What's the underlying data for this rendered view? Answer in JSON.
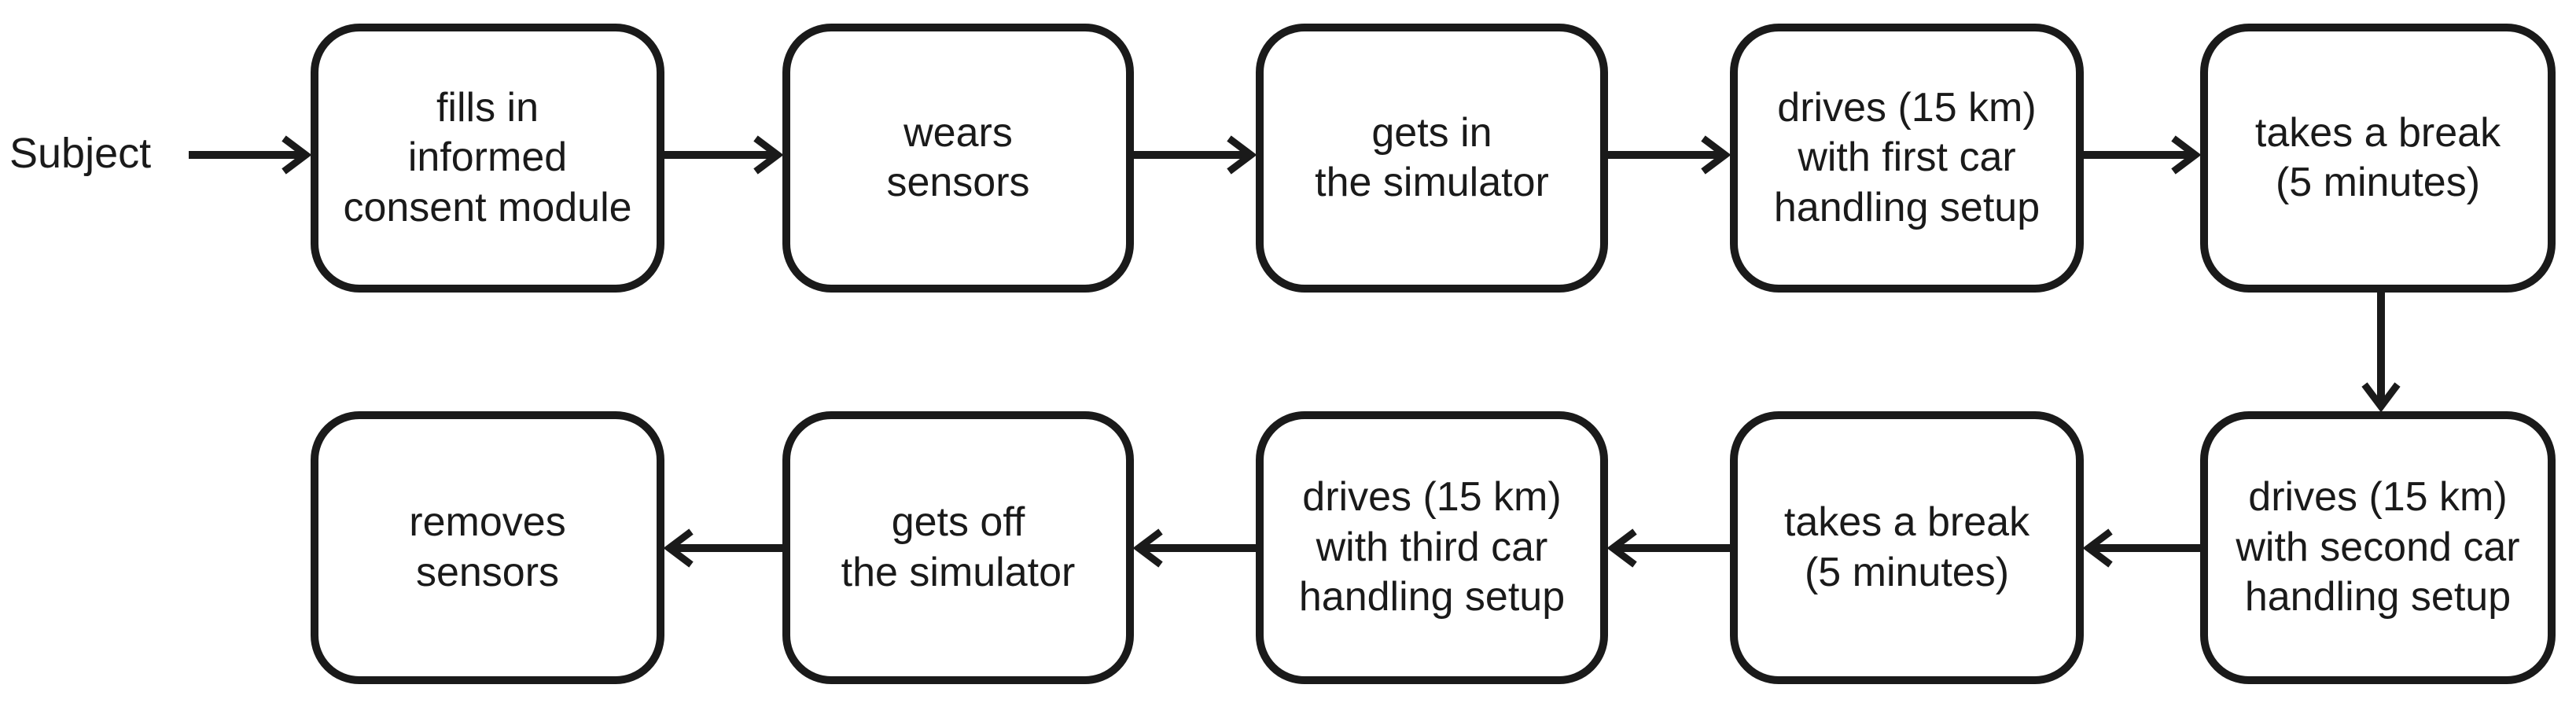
{
  "diagram": {
    "type": "flowchart",
    "background_color": "#ffffff",
    "stroke_color": "#1a1a1a",
    "start_label": "Subject",
    "nodes": [
      {
        "id": "fills-in-informed-consent-module",
        "label": "fills in\ninformed\nconsent module"
      },
      {
        "id": "wears-sensors",
        "label": "wears\nsensors"
      },
      {
        "id": "gets-in-the-simulator",
        "label": "gets in\nthe simulator"
      },
      {
        "id": "drives-first-car-handling-setup",
        "label": "drives (15 km)\nwith first car\nhandling setup"
      },
      {
        "id": "takes-a-break-1",
        "label": "takes a break\n(5 minutes)"
      },
      {
        "id": "drives-second-car-handling-setup",
        "label": "drives (15 km)\nwith second car\nhandling setup"
      },
      {
        "id": "takes-a-break-2",
        "label": "takes a break\n(5 minutes)"
      },
      {
        "id": "drives-third-car-handling-setup",
        "label": "drives (15 km)\nwith third car\nhandling setup"
      },
      {
        "id": "gets-off-the-simulator",
        "label": "gets off\nthe simulator"
      },
      {
        "id": "removes-sensors",
        "label": "removes\nsensors"
      }
    ],
    "edges": [
      {
        "from": "subject",
        "to": "fills-in-informed-consent-module"
      },
      {
        "from": "fills-in-informed-consent-module",
        "to": "wears-sensors"
      },
      {
        "from": "wears-sensors",
        "to": "gets-in-the-simulator"
      },
      {
        "from": "gets-in-the-simulator",
        "to": "drives-first-car-handling-setup"
      },
      {
        "from": "drives-first-car-handling-setup",
        "to": "takes-a-break-1"
      },
      {
        "from": "takes-a-break-1",
        "to": "drives-second-car-handling-setup"
      },
      {
        "from": "drives-second-car-handling-setup",
        "to": "takes-a-break-2"
      },
      {
        "from": "takes-a-break-2",
        "to": "drives-third-car-handling-setup"
      },
      {
        "from": "drives-third-car-handling-setup",
        "to": "gets-off-the-simulator"
      },
      {
        "from": "gets-off-the-simulator",
        "to": "removes-sensors"
      }
    ]
  }
}
